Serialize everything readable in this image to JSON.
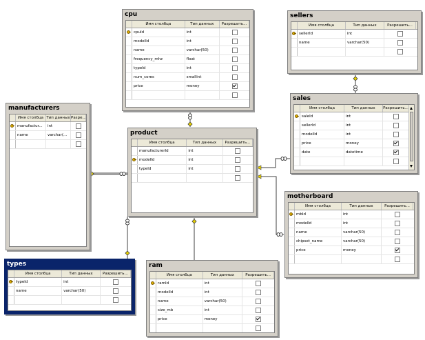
{
  "column_headers": {
    "name": "Имя столбца",
    "type": "Тип данных",
    "nullable": "Разрешить..."
  },
  "column_headers_short": {
    "name": "Имя столбца",
    "type": "Тип данных",
    "nullable": "Разре..."
  },
  "tables": {
    "cpu": {
      "title": "cpu",
      "rows": [
        {
          "name": "cpuId",
          "type": "int",
          "nullable": false,
          "key": true
        },
        {
          "name": "modelId",
          "type": "int",
          "nullable": false,
          "key": false
        },
        {
          "name": "name",
          "type": "varchar(50)",
          "nullable": false,
          "key": false
        },
        {
          "name": "frequency_mhz",
          "type": "float",
          "nullable": false,
          "key": false
        },
        {
          "name": "typeId",
          "type": "int",
          "nullable": false,
          "key": false
        },
        {
          "name": "num_cores",
          "type": "smallint",
          "nullable": false,
          "key": false
        },
        {
          "name": "price",
          "type": "money",
          "nullable": true,
          "key": false
        },
        {
          "name": "",
          "type": "",
          "nullable": false,
          "key": false
        }
      ]
    },
    "sellers": {
      "title": "sellers",
      "rows": [
        {
          "name": "sellerId",
          "type": "int",
          "nullable": false,
          "key": true
        },
        {
          "name": "name",
          "type": "varchar(50)",
          "nullable": false,
          "key": false
        },
        {
          "name": "",
          "type": "",
          "nullable": false,
          "key": false
        }
      ]
    },
    "manufacturers": {
      "title": "manufacturers",
      "rows": [
        {
          "name": "manufactur...",
          "type": "int",
          "nullable": false,
          "key": true
        },
        {
          "name": "name",
          "type": "varchar(...",
          "nullable": false,
          "key": false
        },
        {
          "name": "",
          "type": "",
          "nullable": false,
          "key": false
        }
      ]
    },
    "product": {
      "title": "product",
      "rows": [
        {
          "name": "manufacturerId",
          "type": "int",
          "nullable": false,
          "key": false
        },
        {
          "name": "modelId",
          "type": "int",
          "nullable": false,
          "key": true
        },
        {
          "name": "typeId",
          "type": "int",
          "nullable": false,
          "key": false
        },
        {
          "name": "",
          "type": "",
          "nullable": false,
          "key": false
        }
      ]
    },
    "sales": {
      "title": "sales",
      "rows": [
        {
          "name": "saleId",
          "type": "int",
          "nullable": false,
          "key": true
        },
        {
          "name": "sellerId",
          "type": "int",
          "nullable": false,
          "key": false
        },
        {
          "name": "modelId",
          "type": "int",
          "nullable": false,
          "key": false
        },
        {
          "name": "price",
          "type": "money",
          "nullable": true,
          "key": false
        },
        {
          "name": "date",
          "type": "datetime",
          "nullable": true,
          "key": false
        },
        {
          "name": "",
          "type": "",
          "nullable": false,
          "key": false
        }
      ]
    },
    "motherboard": {
      "title": "motherboard",
      "rows": [
        {
          "name": "mbId",
          "type": "int",
          "nullable": false,
          "key": true
        },
        {
          "name": "modelId",
          "type": "int",
          "nullable": false,
          "key": false
        },
        {
          "name": "name",
          "type": "varchar(50)",
          "nullable": false,
          "key": false
        },
        {
          "name": "chipset_name",
          "type": "varchar(50)",
          "nullable": false,
          "key": false
        },
        {
          "name": "price",
          "type": "money",
          "nullable": true,
          "key": false
        },
        {
          "name": "",
          "type": "",
          "nullable": false,
          "key": false
        }
      ]
    },
    "types": {
      "title": "types",
      "rows": [
        {
          "name": "typeId",
          "type": "int",
          "nullable": false,
          "key": true
        },
        {
          "name": "name",
          "type": "varchar(50)",
          "nullable": false,
          "key": false
        },
        {
          "name": "",
          "type": "",
          "nullable": false,
          "key": false
        }
      ]
    },
    "ram": {
      "title": "ram",
      "rows": [
        {
          "name": "ramId",
          "type": "int",
          "nullable": false,
          "key": true
        },
        {
          "name": "modelId",
          "type": "int",
          "nullable": false,
          "key": false
        },
        {
          "name": "name",
          "type": "varchar(50)",
          "nullable": false,
          "key": false
        },
        {
          "name": "size_mb",
          "type": "int",
          "nullable": false,
          "key": false
        },
        {
          "name": "price",
          "type": "money",
          "nullable": true,
          "key": false
        },
        {
          "name": "",
          "type": "",
          "nullable": false,
          "key": false
        }
      ]
    }
  },
  "selected_table": "types",
  "relationships": [
    {
      "from": "product",
      "to": "cpu"
    },
    {
      "from": "product",
      "to": "manufacturers"
    },
    {
      "from": "product",
      "to": "types"
    },
    {
      "from": "product",
      "to": "ram"
    },
    {
      "from": "product",
      "to": "sales"
    },
    {
      "from": "product",
      "to": "motherboard"
    },
    {
      "from": "sellers",
      "to": "sales"
    }
  ]
}
